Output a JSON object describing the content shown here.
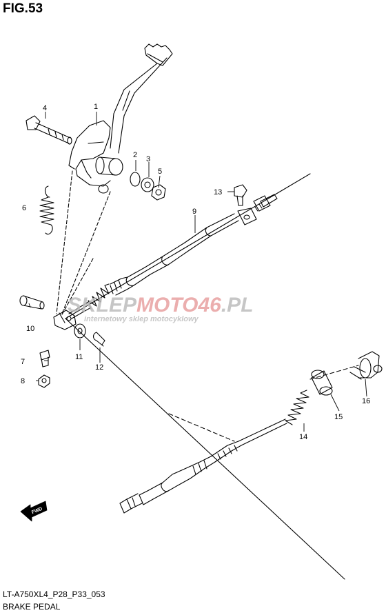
{
  "figure": {
    "title": "FIG.53",
    "model_code": "LT-A750XL4_P28_P33_053",
    "name": "BRAKE PEDAL",
    "fwd_label": "FWD"
  },
  "callouts": [
    {
      "num": "1"
    },
    {
      "num": "2"
    },
    {
      "num": "3"
    },
    {
      "num": "4"
    },
    {
      "num": "5"
    },
    {
      "num": "6"
    },
    {
      "num": "7"
    },
    {
      "num": "8"
    },
    {
      "num": "9"
    },
    {
      "num": "10"
    },
    {
      "num": "11"
    },
    {
      "num": "12"
    },
    {
      "num": "13"
    },
    {
      "num": "14"
    },
    {
      "num": "15"
    },
    {
      "num": "16"
    }
  ],
  "watermark": {
    "brand_part1": "SKLEP",
    "brand_part2": "MOTO46",
    "brand_part3": ".PL",
    "tagline": "internetowy sklep motocyklowy",
    "color_grey": "#bdbdbd",
    "color_red": "#e8a0a0"
  },
  "colors": {
    "line": "#000000",
    "background": "#ffffff"
  }
}
